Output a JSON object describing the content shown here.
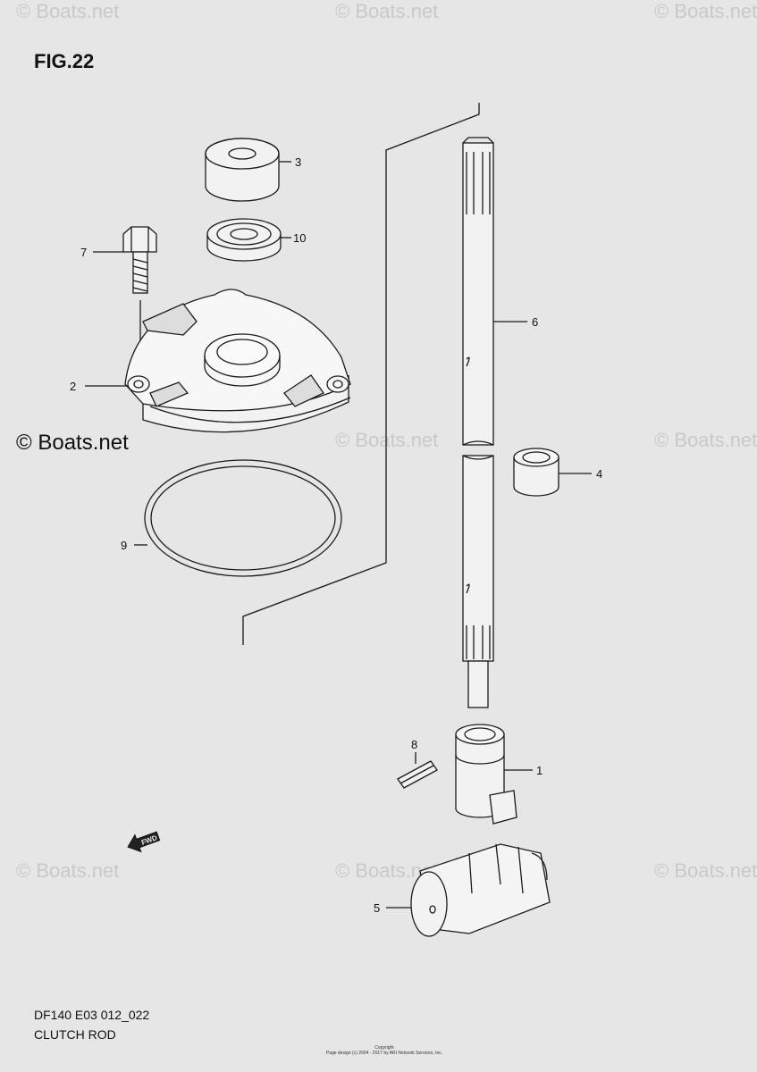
{
  "figure": {
    "title": "FIG.22"
  },
  "watermark": {
    "text": "© Boats.net",
    "strong_text": "© Boats.net"
  },
  "callouts": [
    "1",
    "2",
    "3",
    "4",
    "5",
    "6",
    "7",
    "8",
    "9",
    "10"
  ],
  "forward_arrow": {
    "label": "FWD"
  },
  "footer": {
    "code": "DF140 E03 012_022",
    "caption": "CLUTCH ROD",
    "copyright_1": "Copyright",
    "copyright_2": "Page design (c) 2004 - 2017 by ARI Network Services, Inc."
  }
}
